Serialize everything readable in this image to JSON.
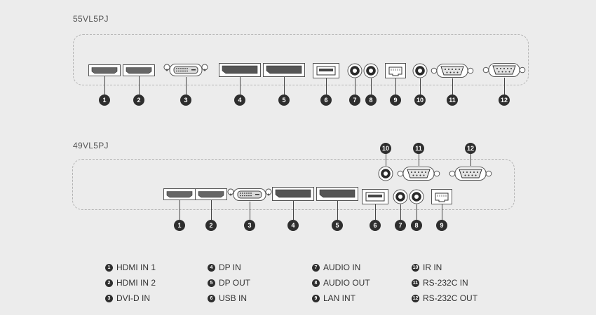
{
  "models": [
    {
      "id": "55",
      "title": "55VL5PJ",
      "ports": [
        {
          "num": "1",
          "type": "hdmi"
        },
        {
          "num": "2",
          "type": "hdmi"
        },
        {
          "num": "3",
          "type": "dvi"
        },
        {
          "num": "4",
          "type": "dp"
        },
        {
          "num": "5",
          "type": "dp"
        },
        {
          "num": "6",
          "type": "usb"
        },
        {
          "num": "7",
          "type": "audio"
        },
        {
          "num": "8",
          "type": "audio"
        },
        {
          "num": "9",
          "type": "lan"
        },
        {
          "num": "10",
          "type": "audio"
        },
        {
          "num": "11",
          "type": "serial"
        },
        {
          "num": "12",
          "type": "serial"
        }
      ]
    },
    {
      "id": "49",
      "title": "49VL5PJ",
      "ports": [
        {
          "num": "1",
          "type": "hdmi"
        },
        {
          "num": "2",
          "type": "hdmi"
        },
        {
          "num": "3",
          "type": "dvi"
        },
        {
          "num": "4",
          "type": "dp"
        },
        {
          "num": "5",
          "type": "dp"
        },
        {
          "num": "6",
          "type": "usb"
        },
        {
          "num": "7",
          "type": "audio"
        },
        {
          "num": "8",
          "type": "audio"
        },
        {
          "num": "9",
          "type": "lan"
        },
        {
          "num": "10",
          "type": "audio"
        },
        {
          "num": "11",
          "type": "serial"
        },
        {
          "num": "12",
          "type": "serial"
        }
      ]
    }
  ],
  "legend": [
    {
      "num": "1",
      "label": "HDMI IN 1"
    },
    {
      "num": "2",
      "label": "HDMI IN 2"
    },
    {
      "num": "3",
      "label": "DVI-D IN"
    },
    {
      "num": "4",
      "label": "DP IN"
    },
    {
      "num": "5",
      "label": "DP OUT"
    },
    {
      "num": "6",
      "label": "USB IN"
    },
    {
      "num": "7",
      "label": "AUDIO IN"
    },
    {
      "num": "8",
      "label": "AUDIO OUT"
    },
    {
      "num": "9",
      "label": "LAN INT"
    },
    {
      "num": "10",
      "label": "IR IN"
    },
    {
      "num": "11",
      "label": "RS-232C IN"
    },
    {
      "num": "12",
      "label": "RS-232C OUT"
    }
  ]
}
